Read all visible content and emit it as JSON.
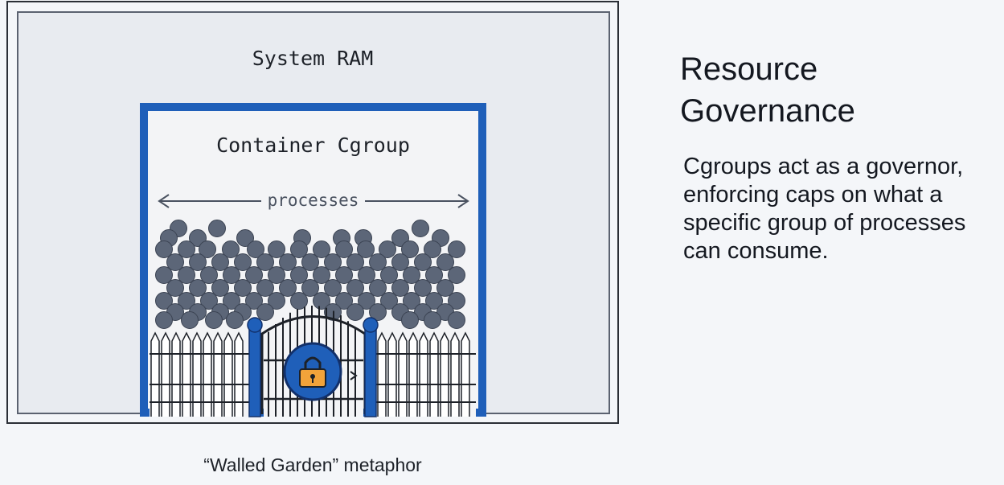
{
  "diagram": {
    "outer_label": "System RAM",
    "inner_label": "Container Cgroup",
    "processes_label": "processes",
    "caption": "“Walled Garden” metaphor",
    "icons": [
      "process-circle",
      "fence",
      "gate",
      "padlock-icon",
      "double-arrow"
    ]
  },
  "side": {
    "title": "Resource Governance",
    "body": "Cgroups act as a governor, enforcing caps on what a specific group of processes can consume."
  },
  "colors": {
    "container_blue": "#1f5fb9",
    "process_gray": "#5c6678",
    "padlock": "#f2a33a"
  }
}
